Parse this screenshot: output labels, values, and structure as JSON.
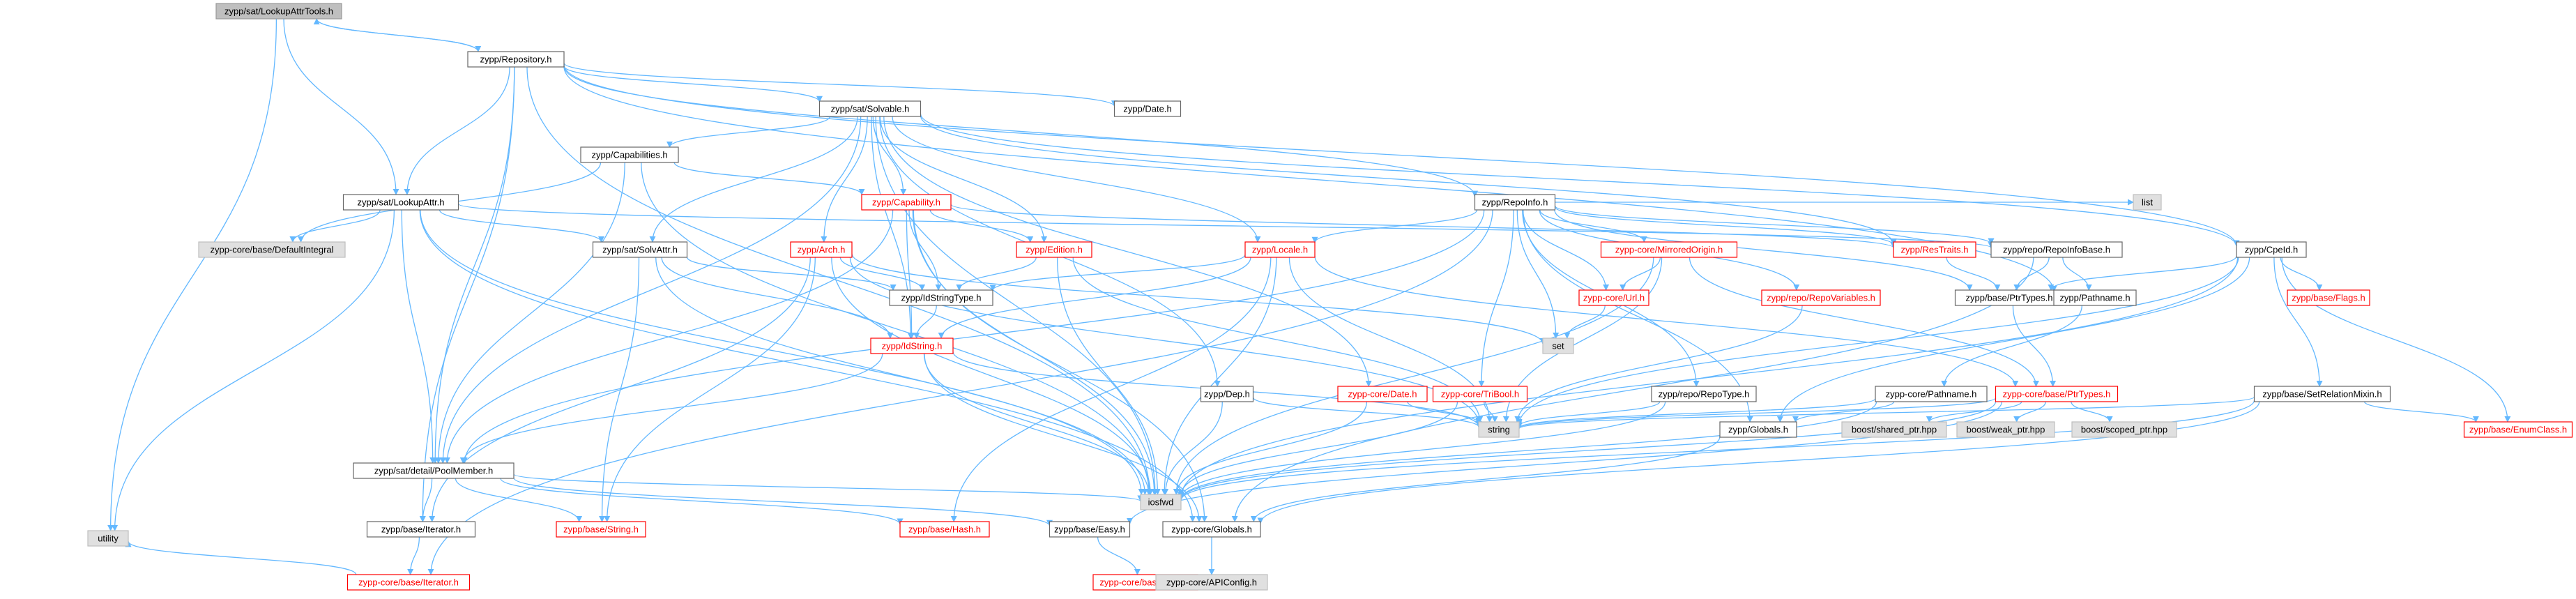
{
  "colors": {
    "edge": "#63b8ff",
    "normal_border": "#666666",
    "normal_fill": "#ffffff",
    "normal_text": "#000000",
    "missing_border": "#ff0000",
    "missing_fill": "#ffffff",
    "missing_text": "#ff0000",
    "external_border": "#bfbfbf",
    "external_fill": "#e0e0e0",
    "external_text": "#000000",
    "root_border": "#999999",
    "root_fill": "#bfbfbf",
    "root_text": "#000000"
  },
  "diagram": {
    "nodes": [
      {
        "id": "n_root",
        "label": "zypp/sat/LookupAttrTools.h",
        "kind": "root"
      },
      {
        "id": "n_repository",
        "label": "zypp/Repository.h",
        "kind": "normal"
      },
      {
        "id": "n_utility",
        "label": "utility",
        "kind": "external"
      },
      {
        "id": "n_lookupattr",
        "label": "zypp/sat/LookupAttr.h",
        "kind": "normal"
      },
      {
        "id": "n_iosfwd",
        "label": "iosfwd",
        "kind": "external"
      },
      {
        "id": "n_poolmember",
        "label": "zypp/sat/detail/PoolMember.h",
        "kind": "normal"
      },
      {
        "id": "n_iterator",
        "label": "zypp/base/Iterator.h",
        "kind": "normal"
      },
      {
        "id": "n_solvable",
        "label": "zypp/sat/Solvable.h",
        "kind": "normal"
      },
      {
        "id": "n_date",
        "label": "zypp/Date.h",
        "kind": "normal"
      },
      {
        "id": "n_repoinfo",
        "label": "zypp/RepoInfo.h",
        "kind": "normal"
      },
      {
        "id": "n_cpeid",
        "label": "zypp/CpeId.h",
        "kind": "normal"
      },
      {
        "id": "n_capabilities",
        "label": "zypp/Capabilities.h",
        "kind": "normal"
      },
      {
        "id": "n_capability",
        "label": "zypp/Capability.h",
        "kind": "missing"
      },
      {
        "id": "n_defaultintegral",
        "label": "zypp-core/base/DefaultIntegral",
        "kind": "external"
      },
      {
        "id": "n_solvattr",
        "label": "zypp/sat/SolvAttr.h",
        "kind": "normal"
      },
      {
        "id": "n_arch",
        "label": "zypp/Arch.h",
        "kind": "missing"
      },
      {
        "id": "n_edition",
        "label": "zypp/Edition.h",
        "kind": "missing"
      },
      {
        "id": "n_locale",
        "label": "zypp/Locale.h",
        "kind": "missing"
      },
      {
        "id": "n_mirroredorigin",
        "label": "zypp-core/MirroredOrigin.h",
        "kind": "missing"
      },
      {
        "id": "n_restraits",
        "label": "zypp/ResTraits.h",
        "kind": "missing"
      },
      {
        "id": "n_repoinfobase",
        "label": "zypp/repo/RepoInfoBase.h",
        "kind": "normal"
      },
      {
        "id": "n_list",
        "label": "list",
        "kind": "external"
      },
      {
        "id": "n_idstringtype",
        "label": "zypp/IdStringType.h",
        "kind": "normal"
      },
      {
        "id": "n_idstring",
        "label": "zypp/IdString.h",
        "kind": "missing"
      },
      {
        "id": "n_dep",
        "label": "zypp/Dep.h",
        "kind": "normal"
      },
      {
        "id": "n_coredate",
        "label": "zypp-core/Date.h",
        "kind": "missing"
      },
      {
        "id": "n_tribool",
        "label": "zypp-core/TriBool.h",
        "kind": "missing"
      },
      {
        "id": "n_url",
        "label": "zypp-core/Url.h",
        "kind": "missing"
      },
      {
        "id": "n_set",
        "label": "set",
        "kind": "external"
      },
      {
        "id": "n_string",
        "label": "string",
        "kind": "external"
      },
      {
        "id": "n_repovariables",
        "label": "zypp/repo/RepoVariables.h",
        "kind": "missing"
      },
      {
        "id": "n_repotype",
        "label": "zypp/repo/RepoType.h",
        "kind": "normal"
      },
      {
        "id": "n_corepathname",
        "label": "zypp-core/Pathname.h",
        "kind": "normal"
      },
      {
        "id": "n_ptrtypes",
        "label": "zypp/base/PtrTypes.h",
        "kind": "normal"
      },
      {
        "id": "n_pathname",
        "label": "zypp/Pathname.h",
        "kind": "normal"
      },
      {
        "id": "n_coreptrtypes",
        "label": "zypp-core/base/PtrTypes.h",
        "kind": "missing"
      },
      {
        "id": "n_flags",
        "label": "zypp/base/Flags.h",
        "kind": "missing"
      },
      {
        "id": "n_setrelationmixin",
        "label": "zypp/base/SetRelationMixin.h",
        "kind": "normal"
      },
      {
        "id": "n_enumclass",
        "label": "zypp/base/EnumClass.h",
        "kind": "missing"
      },
      {
        "id": "n_globals",
        "label": "zypp/Globals.h",
        "kind": "normal"
      },
      {
        "id": "n_sharedptr",
        "label": "boost/shared_ptr.hpp",
        "kind": "external"
      },
      {
        "id": "n_weakptr",
        "label": "boost/weak_ptr.hpp",
        "kind": "external"
      },
      {
        "id": "n_scopedptr",
        "label": "boost/scoped_ptr.hpp",
        "kind": "external"
      },
      {
        "id": "n_string_h",
        "label": "zypp/base/String.h",
        "kind": "missing"
      },
      {
        "id": "n_hash",
        "label": "zypp/base/Hash.h",
        "kind": "missing"
      },
      {
        "id": "n_easy",
        "label": "zypp/base/Easy.h",
        "kind": "normal"
      },
      {
        "id": "n_coreglobals",
        "label": "zypp-core/Globals.h",
        "kind": "normal"
      },
      {
        "id": "n_coreeasy",
        "label": "zypp-core/base/Easy.h",
        "kind": "missing"
      },
      {
        "id": "n_apiconfig",
        "label": "zypp-core/APIConfig.h",
        "kind": "external"
      },
      {
        "id": "n_coreiterator",
        "label": "zypp-core/base/Iterator.h",
        "kind": "missing"
      }
    ],
    "edges": [
      [
        "n_root",
        "n_repository"
      ],
      [
        "n_root",
        "n_utility"
      ],
      [
        "n_root",
        "n_lookupattr"
      ],
      [
        "n_repository",
        "n_root"
      ],
      [
        "n_repository",
        "n_iosfwd"
      ],
      [
        "n_repository",
        "n_poolmember"
      ],
      [
        "n_repository",
        "n_iterator"
      ],
      [
        "n_repository",
        "n_solvable"
      ],
      [
        "n_repository",
        "n_date"
      ],
      [
        "n_repository",
        "n_repoinfo"
      ],
      [
        "n_repository",
        "n_cpeid"
      ],
      [
        "n_repository",
        "n_lookupattr"
      ],
      [
        "n_repository",
        "n_pathname"
      ],
      [
        "n_solvable",
        "n_capabilities"
      ],
      [
        "n_solvable",
        "n_capability"
      ],
      [
        "n_solvable",
        "n_solvattr"
      ],
      [
        "n_solvable",
        "n_arch"
      ],
      [
        "n_solvable",
        "n_edition"
      ],
      [
        "n_solvable",
        "n_locale"
      ],
      [
        "n_solvable",
        "n_restraits"
      ],
      [
        "n_solvable",
        "n_idstring"
      ],
      [
        "n_solvable",
        "n_dep"
      ],
      [
        "n_solvable",
        "n_coredate"
      ],
      [
        "n_solvable",
        "n_iosfwd"
      ],
      [
        "n_solvable",
        "n_poolmember"
      ],
      [
        "n_solvable",
        "n_cpeid"
      ],
      [
        "n_capabilities",
        "n_capability"
      ],
      [
        "n_capabilities",
        "n_poolmember"
      ],
      [
        "n_capabilities",
        "n_defaultintegral"
      ],
      [
        "n_capabilities",
        "n_iosfwd"
      ],
      [
        "n_capability",
        "n_edition"
      ],
      [
        "n_capability",
        "n_idstring"
      ],
      [
        "n_capability",
        "n_iosfwd"
      ],
      [
        "n_capability",
        "n_poolmember"
      ],
      [
        "n_capability",
        "n_restraits"
      ],
      [
        "n_capability",
        "n_idstringtype"
      ],
      [
        "n_capability",
        "n_coreglobals"
      ],
      [
        "n_lookupattr",
        "n_iosfwd"
      ],
      [
        "n_lookupattr",
        "n_defaultintegral"
      ],
      [
        "n_lookupattr",
        "n_poolmember"
      ],
      [
        "n_lookupattr",
        "n_solvattr"
      ],
      [
        "n_lookupattr",
        "n_utility"
      ],
      [
        "n_lookupattr",
        "n_repoinfobase"
      ],
      [
        "n_lookupattr",
        "n_coreglobals"
      ],
      [
        "n_solvattr",
        "n_iosfwd"
      ],
      [
        "n_solvattr",
        "n_idstring"
      ],
      [
        "n_solvattr",
        "n_idstringtype"
      ],
      [
        "n_solvattr",
        "n_string_h"
      ],
      [
        "n_arch",
        "n_iosfwd"
      ],
      [
        "n_arch",
        "n_set"
      ],
      [
        "n_arch",
        "n_string"
      ],
      [
        "n_arch",
        "n_idstringtype"
      ],
      [
        "n_arch",
        "n_iterator"
      ],
      [
        "n_arch",
        "n_string_h"
      ],
      [
        "n_edition",
        "n_iosfwd"
      ],
      [
        "n_edition",
        "n_idstringtype"
      ],
      [
        "n_edition",
        "n_string"
      ],
      [
        "n_locale",
        "n_iosfwd"
      ],
      [
        "n_locale",
        "n_string"
      ],
      [
        "n_locale",
        "n_idstring"
      ],
      [
        "n_locale",
        "n_hash"
      ],
      [
        "n_locale",
        "n_coreptrtypes"
      ],
      [
        "n_locale",
        "n_idstringtype"
      ],
      [
        "n_idstringtype",
        "n_idstring"
      ],
      [
        "n_idstring",
        "n_iosfwd"
      ],
      [
        "n_idstring",
        "n_string"
      ],
      [
        "n_idstring",
        "n_poolmember"
      ],
      [
        "n_idstring",
        "n_coreglobals"
      ],
      [
        "n_dep",
        "n_iosfwd"
      ],
      [
        "n_dep",
        "n_string"
      ],
      [
        "n_coredate",
        "n_iosfwd"
      ],
      [
        "n_coredate",
        "n_string"
      ],
      [
        "n_repoinfo",
        "n_list"
      ],
      [
        "n_repoinfo",
        "n_set"
      ],
      [
        "n_repoinfo",
        "n_locale"
      ],
      [
        "n_repoinfo",
        "n_tribool"
      ],
      [
        "n_repoinfo",
        "n_url"
      ],
      [
        "n_repoinfo",
        "n_mirroredorigin"
      ],
      [
        "n_repoinfo",
        "n_repovariables"
      ],
      [
        "n_repoinfo",
        "n_repotype"
      ],
      [
        "n_repoinfo",
        "n_restraits"
      ],
      [
        "n_repoinfo",
        "n_repoinfobase"
      ],
      [
        "n_repoinfo",
        "n_coreiterator"
      ],
      [
        "n_repoinfo",
        "n_globals"
      ],
      [
        "n_repoinfo",
        "n_ptrtypes"
      ],
      [
        "n_repoinfo",
        "n_poolmember"
      ],
      [
        "n_mirroredorigin",
        "n_url"
      ],
      [
        "n_mirroredorigin",
        "n_coreptrtypes"
      ],
      [
        "n_mirroredorigin",
        "n_string"
      ],
      [
        "n_mirroredorigin",
        "n_iosfwd"
      ],
      [
        "n_url",
        "n_set"
      ],
      [
        "n_tribool",
        "n_iosfwd"
      ],
      [
        "n_tribool",
        "n_string"
      ],
      [
        "n_repovariables",
        "n_string"
      ],
      [
        "n_repotype",
        "n_iosfwd"
      ],
      [
        "n_repotype",
        "n_string"
      ],
      [
        "n_restraits",
        "n_ptrtypes"
      ],
      [
        "n_repoinfobase",
        "n_ptrtypes"
      ],
      [
        "n_repoinfobase",
        "n_pathname"
      ],
      [
        "n_repoinfobase",
        "n_coreglobals"
      ],
      [
        "n_pathname",
        "n_corepathname"
      ],
      [
        "n_corepathname",
        "n_iosfwd"
      ],
      [
        "n_corepathname",
        "n_string"
      ],
      [
        "n_corepathname",
        "n_globals"
      ],
      [
        "n_ptrtypes",
        "n_coreptrtypes"
      ],
      [
        "n_coreptrtypes",
        "n_iosfwd"
      ],
      [
        "n_coreptrtypes",
        "n_string"
      ],
      [
        "n_coreptrtypes",
        "n_sharedptr"
      ],
      [
        "n_coreptrtypes",
        "n_weakptr"
      ],
      [
        "n_coreptrtypes",
        "n_scopedptr"
      ],
      [
        "n_coreptrtypes",
        "n_easy"
      ],
      [
        "n_cpeid",
        "n_iosfwd"
      ],
      [
        "n_cpeid",
        "n_string"
      ],
      [
        "n_cpeid",
        "n_flags"
      ],
      [
        "n_cpeid",
        "n_setrelationmixin"
      ],
      [
        "n_cpeid",
        "n_enumclass"
      ],
      [
        "n_cpeid",
        "n_ptrtypes"
      ],
      [
        "n_cpeid",
        "n_globals"
      ],
      [
        "n_setrelationmixin",
        "n_iosfwd"
      ],
      [
        "n_setrelationmixin",
        "n_string"
      ],
      [
        "n_setrelationmixin",
        "n_enumclass"
      ],
      [
        "n_setrelationmixin",
        "n_coreglobals"
      ],
      [
        "n_globals",
        "n_coreglobals"
      ],
      [
        "n_poolmember",
        "n_iosfwd"
      ],
      [
        "n_poolmember",
        "n_hash"
      ],
      [
        "n_poolmember",
        "n_iterator"
      ],
      [
        "n_poolmember",
        "n_string_h"
      ],
      [
        "n_poolmember",
        "n_easy"
      ],
      [
        "n_iterator",
        "n_coreiterator"
      ],
      [
        "n_coreiterator",
        "n_utility"
      ],
      [
        "n_easy",
        "n_coreeasy"
      ],
      [
        "n_coreglobals",
        "n_apiconfig"
      ]
    ]
  }
}
